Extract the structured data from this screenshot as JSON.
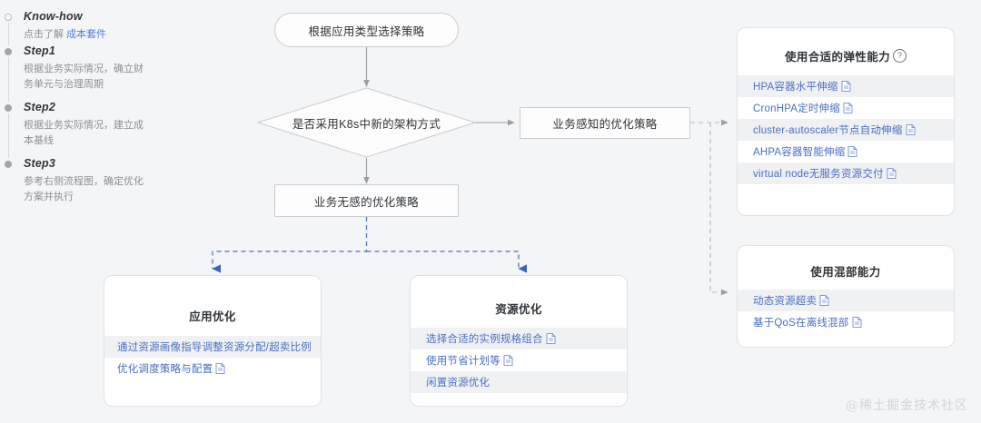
{
  "sidebar": {
    "items": [
      {
        "dot": "hollow",
        "title": "Know-how",
        "desc_prefix": "点击了解 ",
        "desc_link": "成本套件",
        "desc": ""
      },
      {
        "dot": "filled",
        "title": "Step1",
        "desc": "根据业务实际情况，确立财务单元与治理周期"
      },
      {
        "dot": "filled",
        "title": "Step2",
        "desc": "根据业务实际情况，建立成本基线"
      },
      {
        "dot": "filled",
        "title": "Step3",
        "desc": "参考右侧流程图，确定优化方案并执行"
      }
    ]
  },
  "flow": {
    "start_node": "根据应用类型选择策略",
    "decision_node": "是否采用K8s中新的架构方式",
    "no_branch_node": "业务无感的优化策略",
    "yes_branch_node": "业务感知的优化策略"
  },
  "cards": {
    "elastic": {
      "title": "使用合适的弹性能力",
      "help_icon": "question-mark-icon",
      "links": [
        {
          "label": "HPA容器水平伸缩",
          "icon": true,
          "shaded": true
        },
        {
          "label": "CronHPA定时伸缩",
          "icon": true,
          "shaded": false
        },
        {
          "label": "cluster-autoscaler节点自动伸缩",
          "icon": true,
          "shaded": true
        },
        {
          "label": "AHPA容器智能伸缩",
          "icon": true,
          "shaded": false
        },
        {
          "label": "virtual node无服务资源交付",
          "icon": true,
          "shaded": true
        }
      ]
    },
    "colocation": {
      "title": "使用混部能力",
      "links": [
        {
          "label": "动态资源超卖",
          "icon": true,
          "shaded": true
        },
        {
          "label": "基于QoS在离线混部",
          "icon": true,
          "shaded": false
        }
      ]
    },
    "app_opt": {
      "title": "应用优化",
      "links": [
        {
          "label": "通过资源画像指导调整资源分配/超卖比例",
          "icon": false,
          "shaded": true
        },
        {
          "label": "优化调度策略与配置",
          "icon": true,
          "shaded": false
        }
      ]
    },
    "res_opt": {
      "title": "资源优化",
      "links": [
        {
          "label": "选择合适的实例规格组合",
          "icon": true,
          "shaded": true
        },
        {
          "label": "使用节省计划等",
          "icon": true,
          "shaded": false
        },
        {
          "label": "闲置资源优化",
          "icon": false,
          "shaded": true
        }
      ]
    }
  },
  "watermark": "@稀土掘金技术社区",
  "colors": {
    "background": "#f4f5f6",
    "link": "#4a6fc4",
    "node_border": "#c9ccd0",
    "card_border": "#dfe2e6",
    "arrow_gray": "#9aa0a6",
    "arrow_blue": "#3a63c8",
    "row_shade": "#f0f1f3"
  }
}
